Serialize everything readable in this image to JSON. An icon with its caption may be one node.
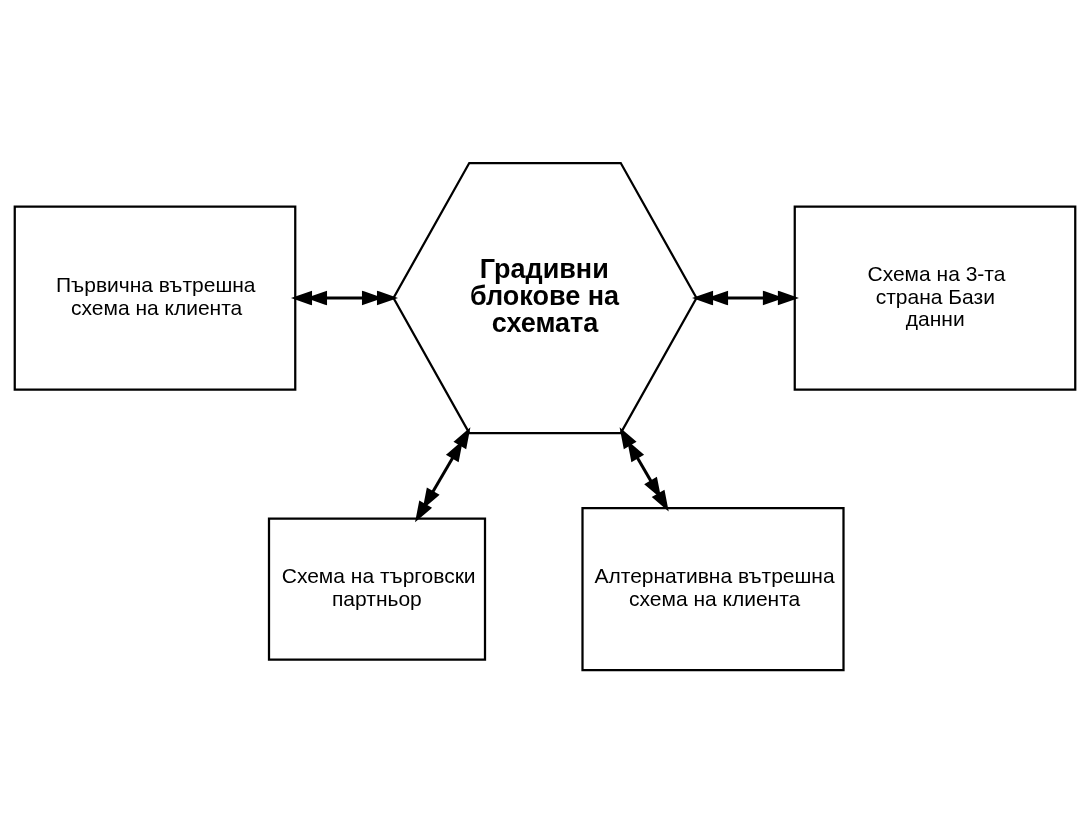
{
  "diagram": {
    "nodes": [
      {
        "text": [
          "Схема на търговски партньор"
        ]
      },
      {
        "text": [
          "Първична вътрешна схема на клиента"
        ]
      },
      {
        "text": [
          "Градивни блокове на схемата"
        ]
      },
      {
        "text": [
          "Схема на 3-та страна Бази данни"
        ]
      },
      {
        "text": [
          "Алтернативна вътрешна схема на клиента"
        ]
      }
    ],
    "edges": [
      {
        "from": 2,
        "to": 0,
        "arrow": "both"
      },
      {
        "from": 1,
        "to": 2,
        "arrow": "both"
      },
      {
        "from": 2,
        "to": 3,
        "arrow": "both"
      },
      {
        "from": 2,
        "to": 4,
        "arrow": "both"
      }
    ]
  }
}
